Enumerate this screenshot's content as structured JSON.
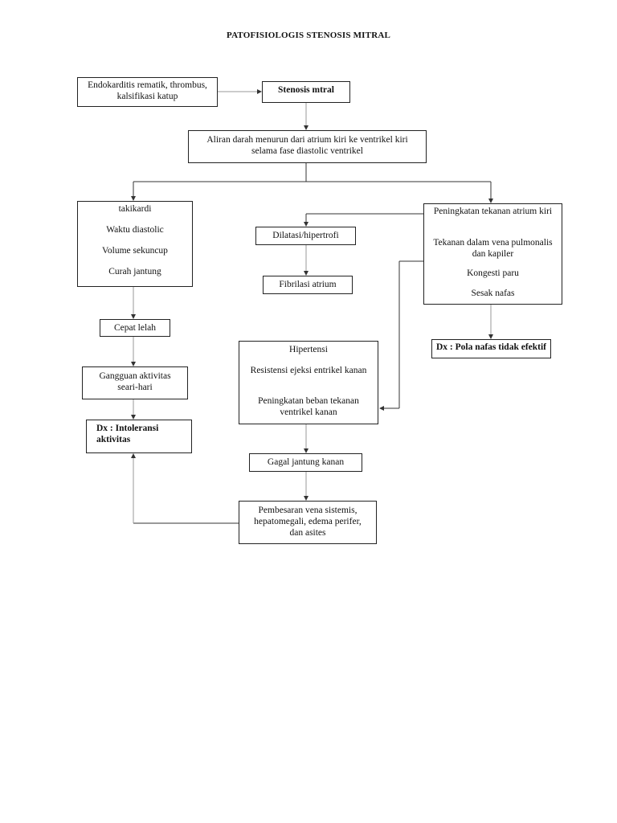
{
  "title": "PATOFISIOLOGIS STENOSIS MITRAL",
  "nodes": {
    "etiologi": "Endokarditis rematik, thrombus, kalsifikasi katup",
    "stenosis": "Stenosis mtral",
    "aliran": "Aliran darah menurun dari atrium kiri ke ventrikel kiri selama fase diastolic ventrikel",
    "takikardi": "takikardi",
    "waktu_diastolic": "Waktu diastolic",
    "volume_sekuncup": "Volume sekuncup",
    "curah_jantung": "Curah jantung",
    "dilatasi": "Dilatasi/hipertrofi",
    "fibrilasi": "Fibrilasi atrium",
    "peningkatan_atrium": "Peningkatan tekanan atrium kiri",
    "tekanan_vena": "Tekanan dalam vena pulmonalis dan kapiler",
    "kongesti": "Kongesti paru",
    "sesak": "Sesak nafas",
    "cepat_lelah": "Cepat lelah",
    "gangguan": "Gangguan aktivitas seari-hari",
    "dx_intoleransi": "Dx : Intoleransi aktivitas",
    "hipertensi": "Hipertensi",
    "resistensi": "Resistensi ejeksi entrikel kanan",
    "peningkatan_beban": "Peningkatan beban tekanan ventrikel kanan",
    "dx_pola": "Dx : Pola nafas tidak efektif",
    "gagal_jantung": "Gagal jantung kanan",
    "pembesaran": "Pembesaran vena sistemis, hepatomegali, edema perifer, dan asites"
  }
}
